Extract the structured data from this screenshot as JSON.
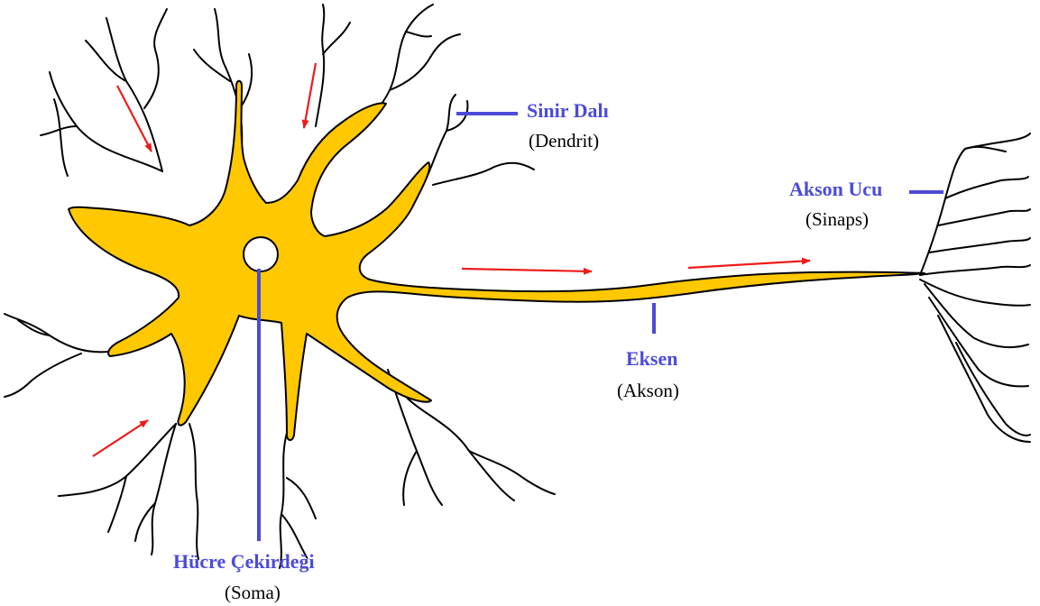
{
  "colors": {
    "cell_fill": "#ffc800",
    "outline": "#000000",
    "label": "#4b4bd8",
    "leader": "#4b4bd8",
    "arrow": "#ee1b1b",
    "nucleus": "#ffffff"
  },
  "labels": {
    "dendrite": {
      "title": "Sinir Dalı",
      "subtitle": "(Dendrit)"
    },
    "axon_terminal": {
      "title": "Akson Ucu",
      "subtitle": "(Sinaps)"
    },
    "axon": {
      "title": "Eksen",
      "subtitle": "(Akson)"
    },
    "nucleus": {
      "title": "Hücre Çekirdeği",
      "subtitle": "(Soma)"
    }
  },
  "arrows": [
    {
      "meaning": "signal-in",
      "direction": "toward-soma"
    },
    {
      "meaning": "signal-in",
      "direction": "toward-soma"
    },
    {
      "meaning": "signal-in",
      "direction": "toward-soma"
    },
    {
      "meaning": "signal-out",
      "direction": "along-axon"
    },
    {
      "meaning": "signal-out",
      "direction": "along-axon"
    }
  ]
}
